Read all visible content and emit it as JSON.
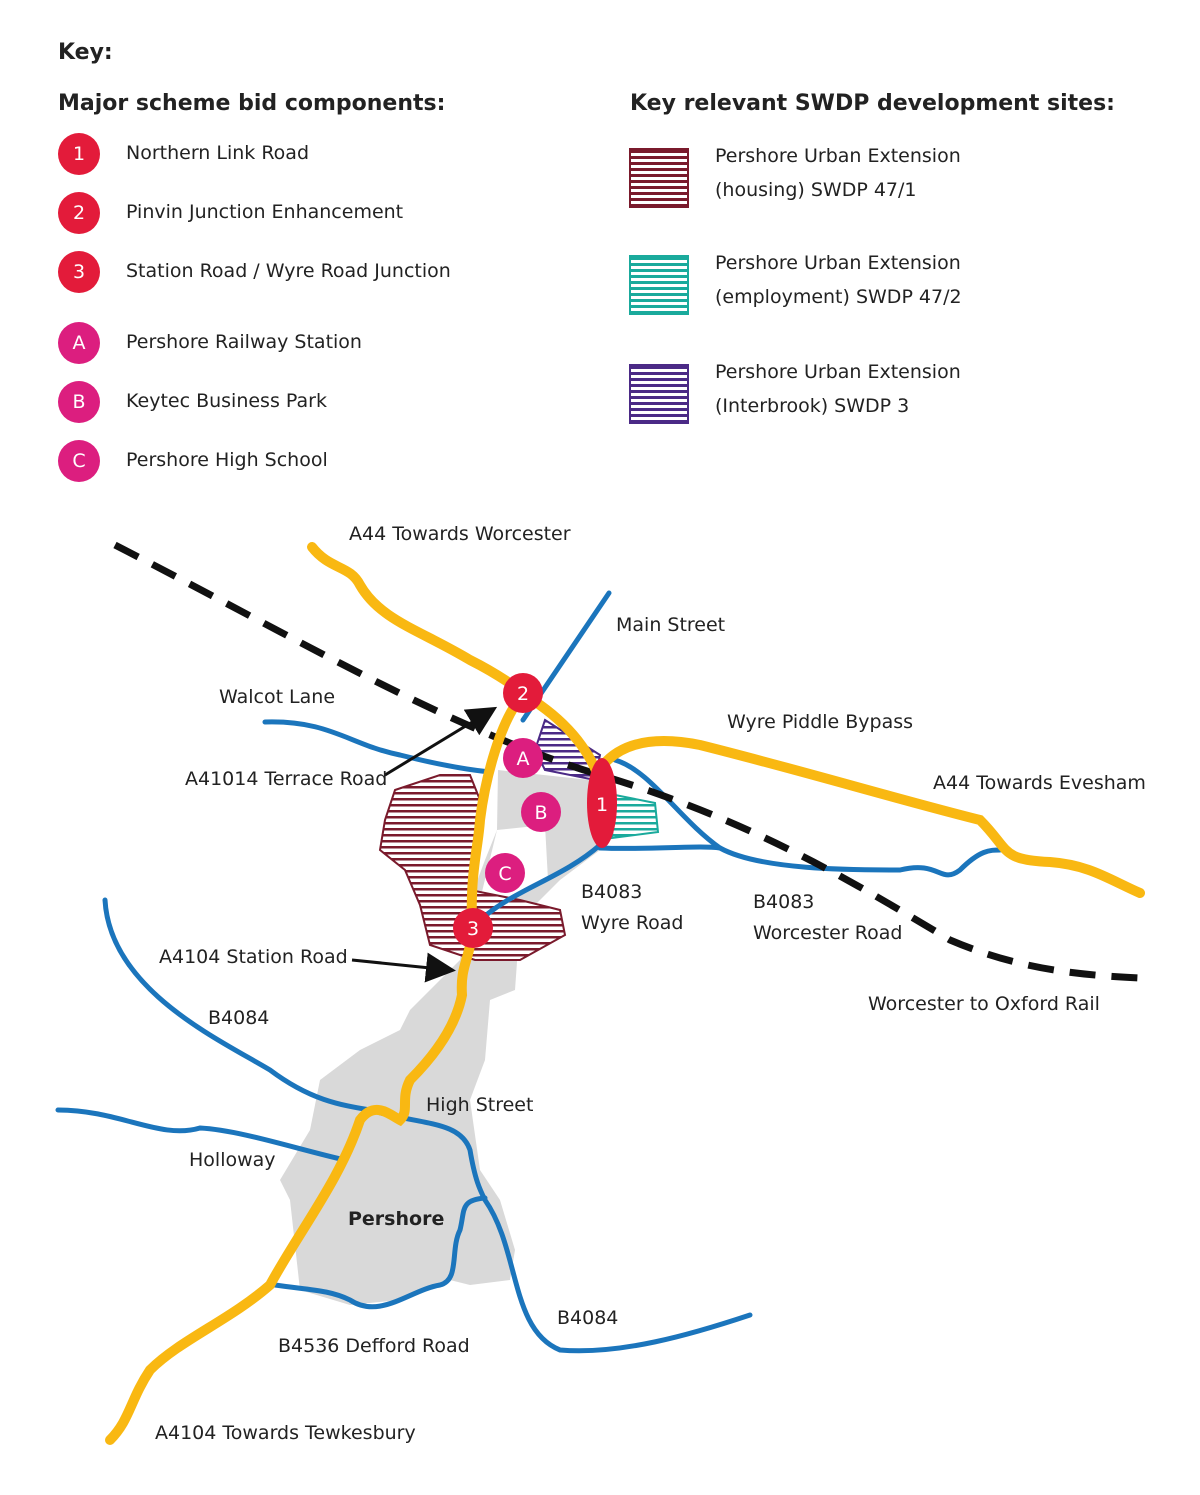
{
  "key": {
    "title": "Key:",
    "components_heading": "Major scheme bid components:",
    "sites_heading": "Key relevant SWDP development sites:",
    "components": [
      {
        "marker": "1",
        "label": "Northern Link Road",
        "color": "#e31b3a"
      },
      {
        "marker": "2",
        "label": "Pinvin Junction Enhancement",
        "color": "#e31b3a"
      },
      {
        "marker": "3",
        "label": "Station Road / Wyre Road Junction",
        "color": "#e31b3a"
      },
      {
        "marker": "A",
        "label": "Pershore Railway Station",
        "color": "#dc1e7f"
      },
      {
        "marker": "B",
        "label": "Keytec Business Park",
        "color": "#dc1e7f"
      },
      {
        "marker": "C",
        "label": "Pershore High School",
        "color": "#dc1e7f"
      }
    ],
    "sites": [
      {
        "line1": "Pershore Urban Extension",
        "line2": "(housing) SWDP 47/1",
        "color": "#7a1a2c"
      },
      {
        "line1": "Pershore Urban Extension",
        "line2": "(employment) SWDP 47/2",
        "color": "#1aaa9c"
      },
      {
        "line1": "Pershore Urban Extension",
        "line2": "(Interbrook) SWDP 3",
        "color": "#4b2a86"
      }
    ]
  },
  "map": {
    "labels": {
      "a44_worcester": "A44 Towards Worcester",
      "main_street": "Main Street",
      "walcot_lane": "Walcot Lane",
      "wyre_piddle": "Wyre Piddle Bypass",
      "a44_evesham": "A44 Towards Evesham",
      "terrace_road": "A41014 Terrace Road",
      "b4083_wyre_1": "B4083",
      "b4083_wyre_2": "Wyre Road",
      "b4083_worc_1": "B4083",
      "b4083_worc_2": "Worcester Road",
      "station_road": "A4104 Station Road",
      "b4084_north": "B4084",
      "rail": "Worcester to Oxford Rail",
      "high_street": "High Street",
      "holloway": "Holloway",
      "pershore": "Pershore",
      "b4084_south": "B4084",
      "defford": "B4536 Defford Road",
      "tewkesbury": "A4104 Towards Tewkesbury"
    },
    "colors": {
      "road_a": "#f9b812",
      "road_b": "#1b75bc",
      "town": "#d9d9d9"
    }
  }
}
